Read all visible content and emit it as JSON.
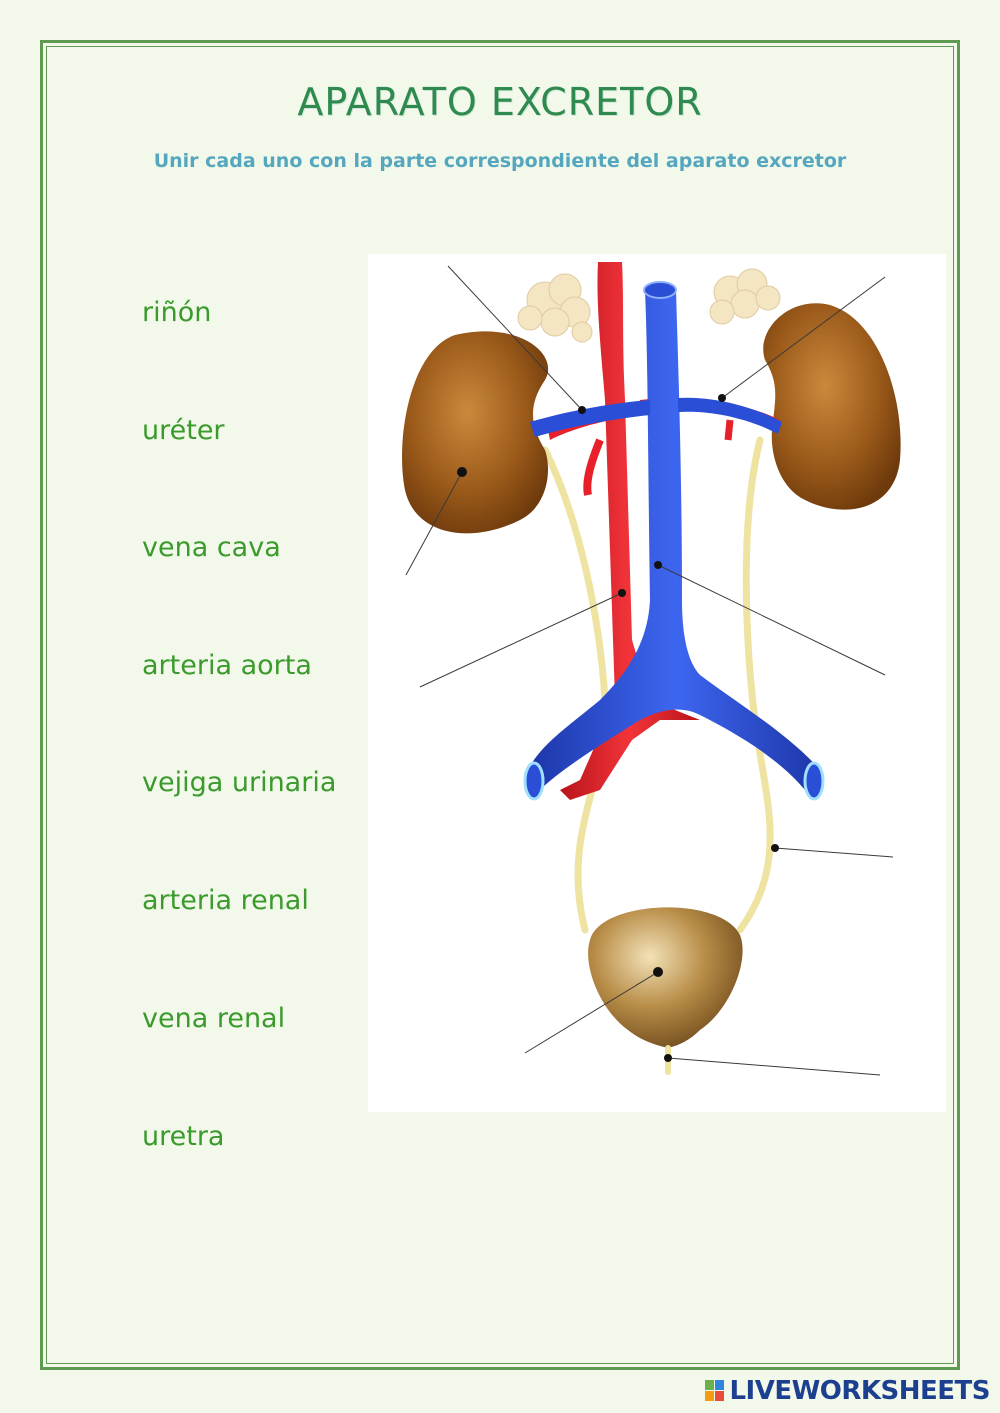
{
  "worksheet": {
    "title": "APARATO EXCRETOR",
    "instruction": "Unir cada uno con la parte correspondiente del aparato excretor",
    "terms": [
      "riñón",
      "uréter",
      "vena cava",
      "arteria aorta",
      "vejiga urinaria",
      "arteria renal",
      "vena renal",
      "uretra"
    ]
  },
  "branding": {
    "name": "LIVEWORKSHEETS"
  },
  "colors": {
    "title": "#2e8a4f",
    "instruction": "#55a6bf",
    "terms": "#3a9a2c",
    "frame": "#5f9a52",
    "artery": "#e8202a",
    "vein": "#2a4fd6",
    "kidney": "#9b5a1a",
    "bladder": "#a07a3c",
    "ureter": "#f0e6a8"
  }
}
